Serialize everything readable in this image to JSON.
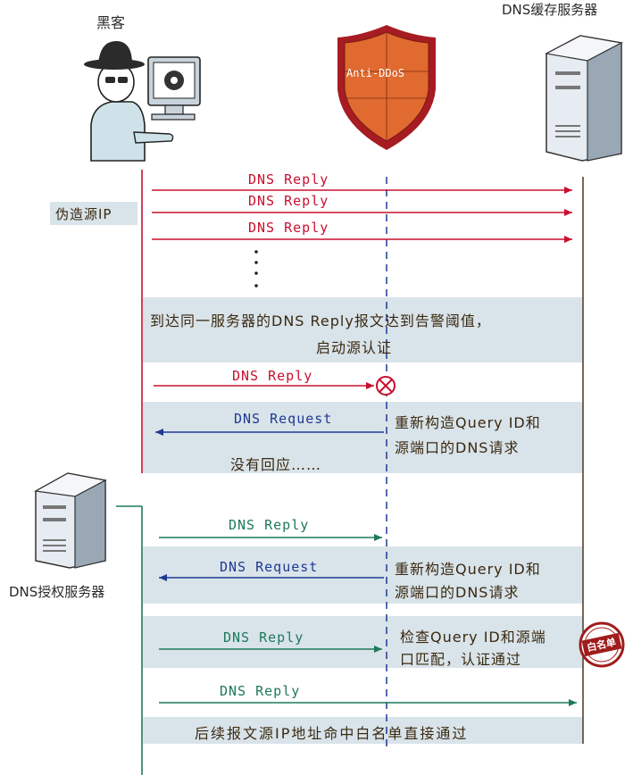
{
  "actors": {
    "hacker": "黑客",
    "cache_server": "DNS缓存服务器",
    "shield": "Anti-DDoS",
    "auth_server": "DNS授权服务器"
  },
  "spoof_label": "伪造源IP",
  "messages": {
    "reply": "DNS Reply",
    "request": "DNS Request"
  },
  "notes": {
    "threshold_1": "到达同一服务器的DNS Reply报文达到告警阈值，",
    "threshold_2": "启动源认证",
    "rebuild_1": "重新构造Query ID和",
    "rebuild_2": "源端口的DNS请求",
    "no_reply": "没有回应……",
    "check_1": "检查Query ID和源端",
    "check_2": "口匹配，认证通过",
    "follow": "后续报文源IP地址命中白名单直接通过"
  },
  "stamp": "白名单",
  "colors": {
    "red": "#c8102e",
    "blue": "#1f3a93",
    "green": "#1d7a5a",
    "band": "#d9e3ea"
  }
}
